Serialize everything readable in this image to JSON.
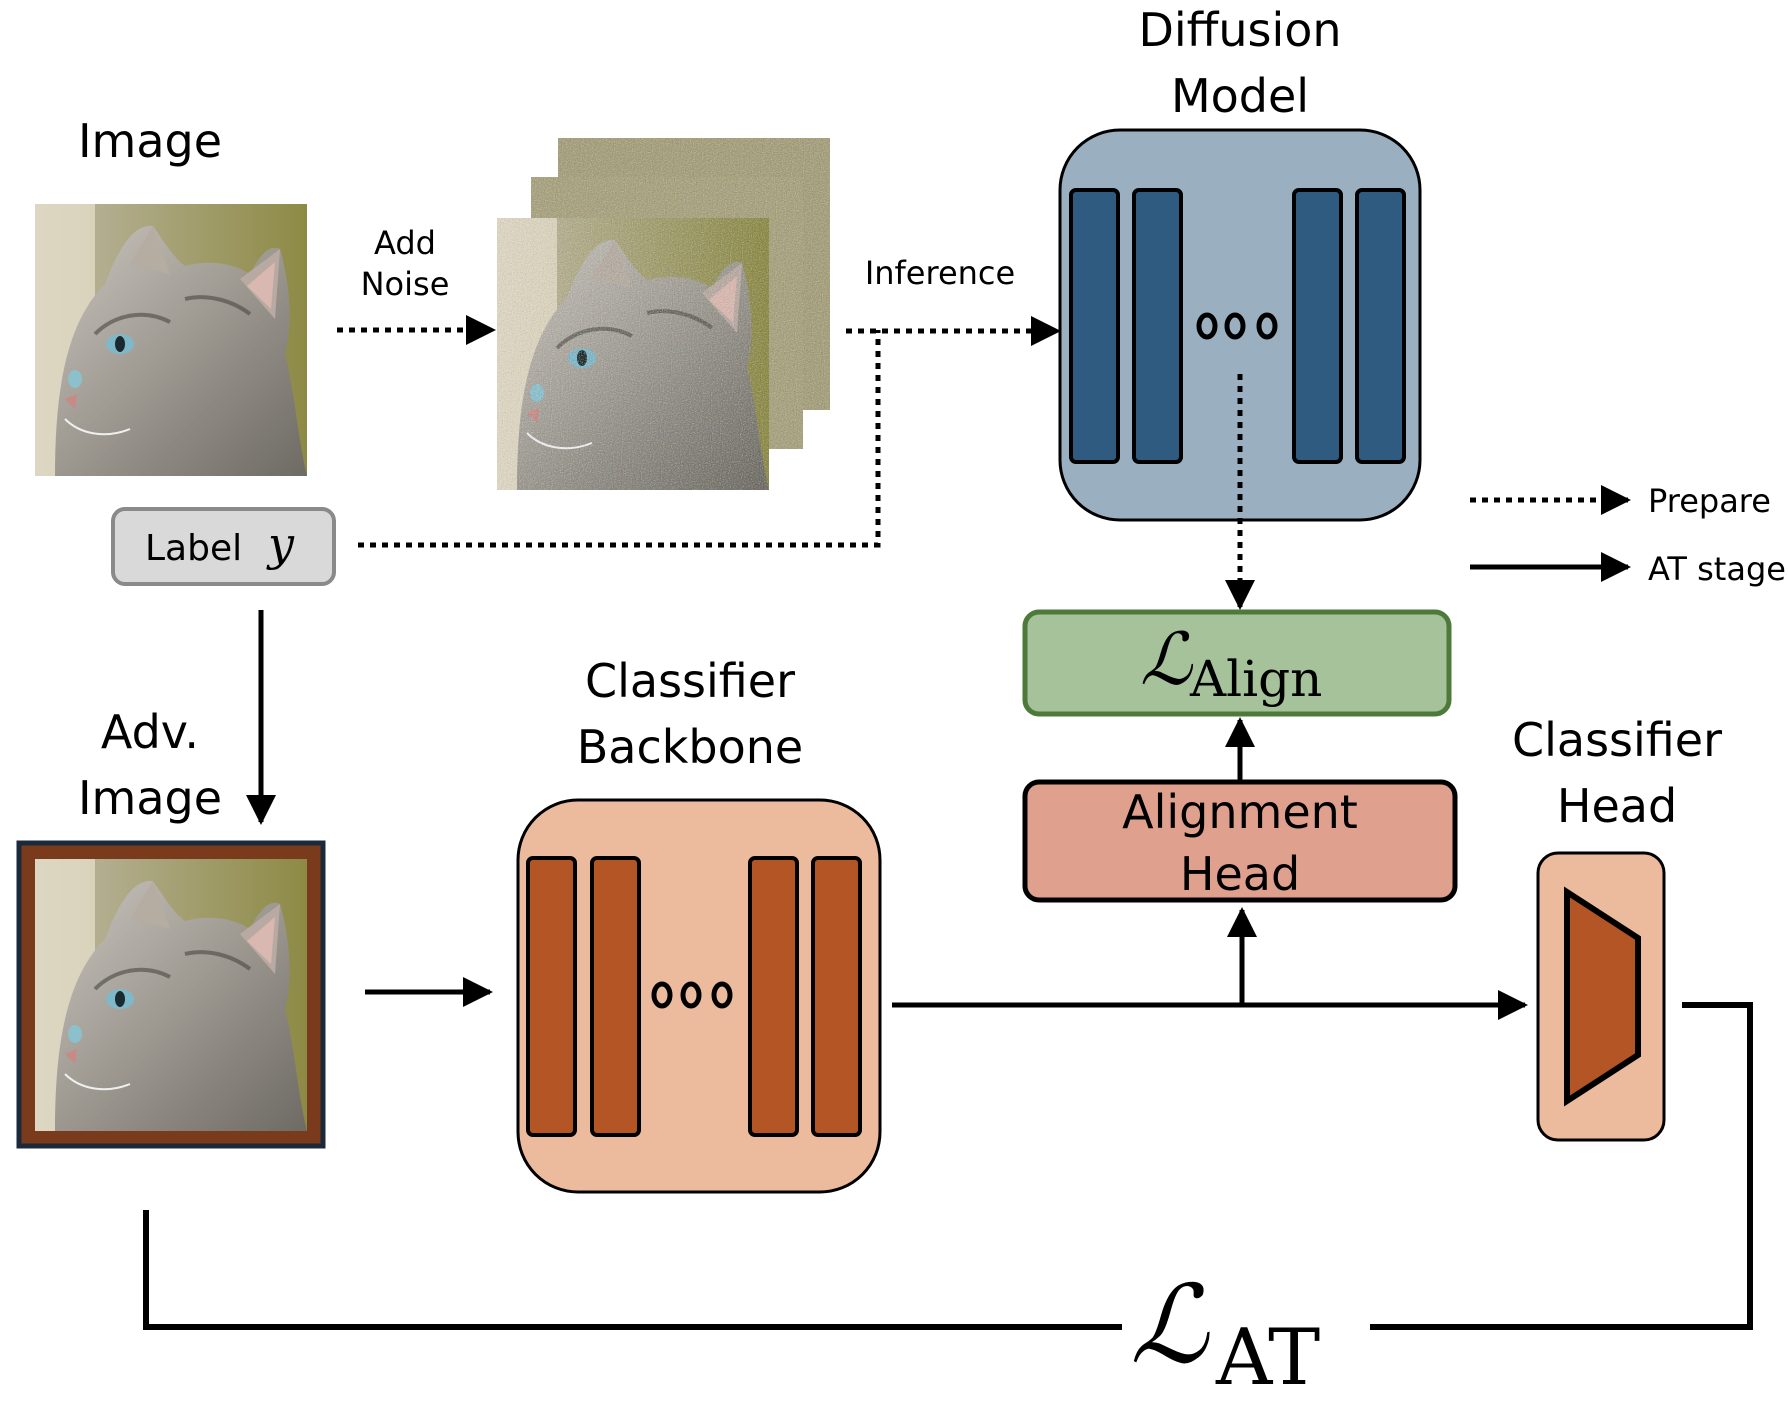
{
  "labels": {
    "image": "Image",
    "add_noise_line1": "Add",
    "add_noise_line2": "Noise",
    "inference": "Inference",
    "diffusion_line1": "Diffusion",
    "diffusion_line2": "Model",
    "label_text": "Label",
    "label_var": "y",
    "adv_line1": "Adv.",
    "adv_line2": "Image",
    "backbone_line1": "Classifier",
    "backbone_line2": "Backbone",
    "align_head_line1": "Alignment",
    "align_head_line2": "Head",
    "cls_head_line1": "Classifier",
    "cls_head_line2": "Head",
    "loss_align_symbol": "ℒ",
    "loss_align_sub": "Align",
    "loss_at_symbol": "ℒ",
    "loss_at_sub": "AT",
    "legend_prepare": "Prepare",
    "legend_at": "AT stage"
  },
  "colors": {
    "diffusion_box": "#9aafc0",
    "diffusion_block": "#2f5b80",
    "backbone_box": "#ecbb9e",
    "backbone_block": "#b45526",
    "align_loss_box": "#a5c29a",
    "align_loss_border": "#4d7a3a",
    "align_head_box": "#e0a08e",
    "cls_head_box": "#ecbb9e",
    "label_box": "#d9d9d9",
    "adv_frame": "#7a3a1c"
  },
  "icons": {
    "cat_image": "cat-photo-icon",
    "noisy_stack": "noisy-cat-stack-icon",
    "adv_image": "adversarial-cat-photo-icon"
  }
}
